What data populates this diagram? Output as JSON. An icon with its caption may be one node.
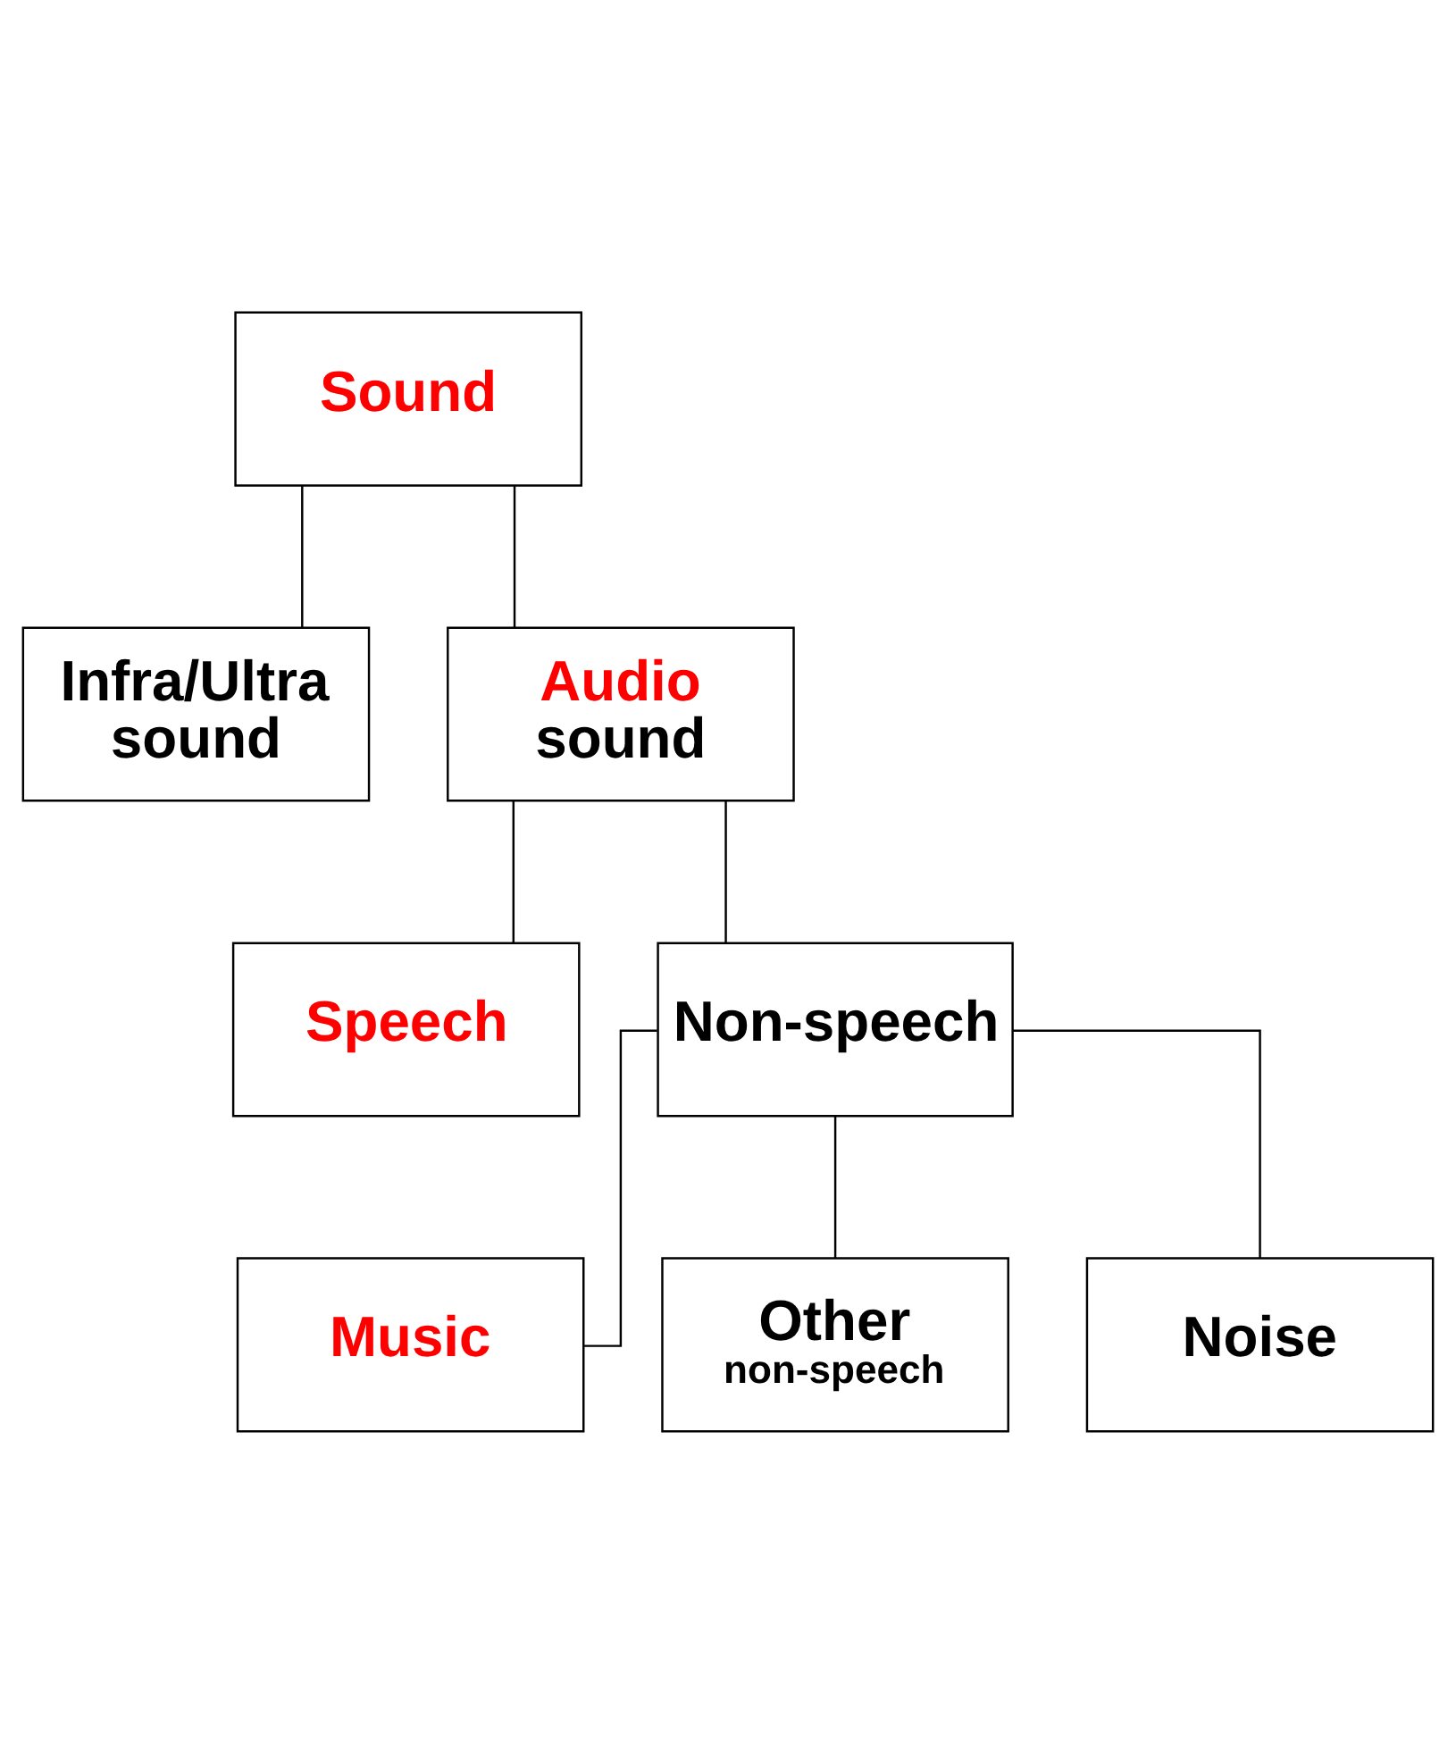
{
  "diagram": {
    "nodes": [
      {
        "text": [
          "Sound"
        ]
      },
      {
        "text": [
          "Infra/Ultra sound"
        ]
      },
      {
        "text": [
          "Audio",
          "sound"
        ]
      },
      {
        "text": [
          "Speech"
        ]
      },
      {
        "text": [
          "Non-speech"
        ]
      },
      {
        "text": [
          "Music"
        ]
      },
      {
        "text": [
          "Other",
          "non-speech"
        ]
      },
      {
        "text": [
          "Noise"
        ]
      }
    ],
    "edges": [
      {
        "from": 0,
        "to": 1,
        "arrow": "none"
      },
      {
        "from": 0,
        "to": 2,
        "arrow": "none"
      },
      {
        "from": 2,
        "to": 3,
        "arrow": "none"
      },
      {
        "from": 2,
        "to": 4,
        "arrow": "none"
      },
      {
        "from": 4,
        "to": 5,
        "arrow": "none"
      },
      {
        "from": 4,
        "to": 6,
        "arrow": "none"
      },
      {
        "from": 4,
        "to": 7,
        "arrow": "none"
      }
    ]
  }
}
